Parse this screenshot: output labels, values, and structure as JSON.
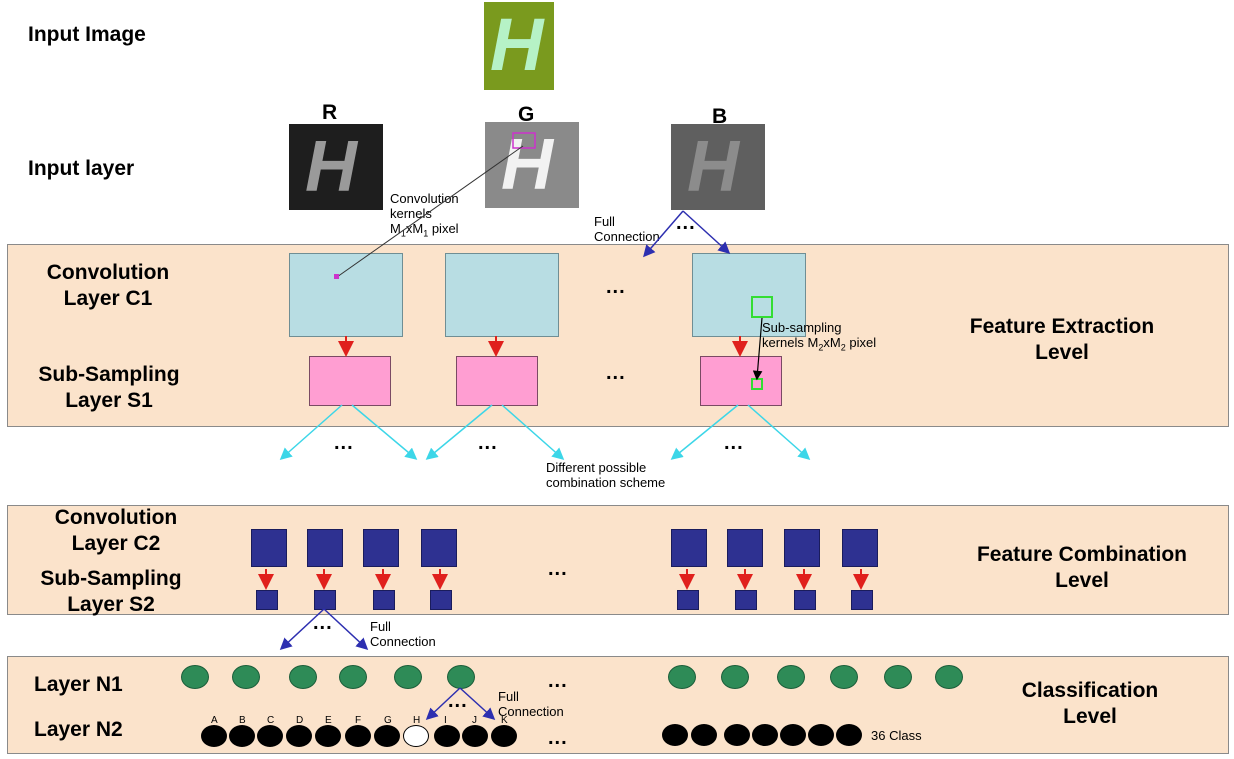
{
  "labels": {
    "input_image": "Input Image",
    "input_layer": "Input layer",
    "conv_c1": [
      "Convolution",
      "Layer C1"
    ],
    "sub_s1": [
      "Sub-Sampling",
      "Layer S1"
    ],
    "feature_extraction": [
      "Feature Extraction",
      "Level"
    ],
    "conv_c2": [
      "Convolution",
      "Layer C2"
    ],
    "sub_s2": [
      "Sub-Sampling",
      "Layer S2"
    ],
    "feature_combination": [
      "Feature Combination",
      "Level"
    ],
    "layer_n1": "Layer N1",
    "layer_n2": "Layer N2",
    "classification": [
      "Classification",
      "Level"
    ]
  },
  "channels": {
    "r": "R",
    "g": "G",
    "b": "B",
    "glyph": "H"
  },
  "annotations": {
    "conv_kernels": [
      "Convolution",
      "kernels",
      "M",
      "1",
      "xM",
      "1",
      " pixel"
    ],
    "full_connection_top": [
      "Full",
      "Connection"
    ],
    "subsampling_kernels": [
      "Sub-sampling",
      "kernels M",
      "2",
      "xM",
      "2",
      " pixel"
    ],
    "combination_scheme": [
      "Different possible",
      "combination scheme"
    ],
    "full_connection_mid": [
      "Full",
      "Connection"
    ],
    "full_connection_bottom": [
      "Full",
      "Connection"
    ],
    "class_count": "36 Class"
  },
  "ellipsis": "...",
  "output_letters": [
    "A",
    "B",
    "C",
    "D",
    "E",
    "F",
    "G",
    "H",
    "I",
    "J",
    "K"
  ],
  "highlighted_letter": "H",
  "colors": {
    "band": "#fbe3cb",
    "conv_map": "#b8dde3",
    "subsample_map": "#ff9ed2",
    "c2_map": "#2e3191",
    "n1_node": "#2e8b57",
    "arrow_red": "#e0201c",
    "arrow_blue": "#2d2fb0",
    "arrow_cyan": "#3cd6e8",
    "kernel_magenta": "#cc33cc",
    "kernel_green": "#33dd33",
    "input_image_bg": "#7a9a1e"
  }
}
